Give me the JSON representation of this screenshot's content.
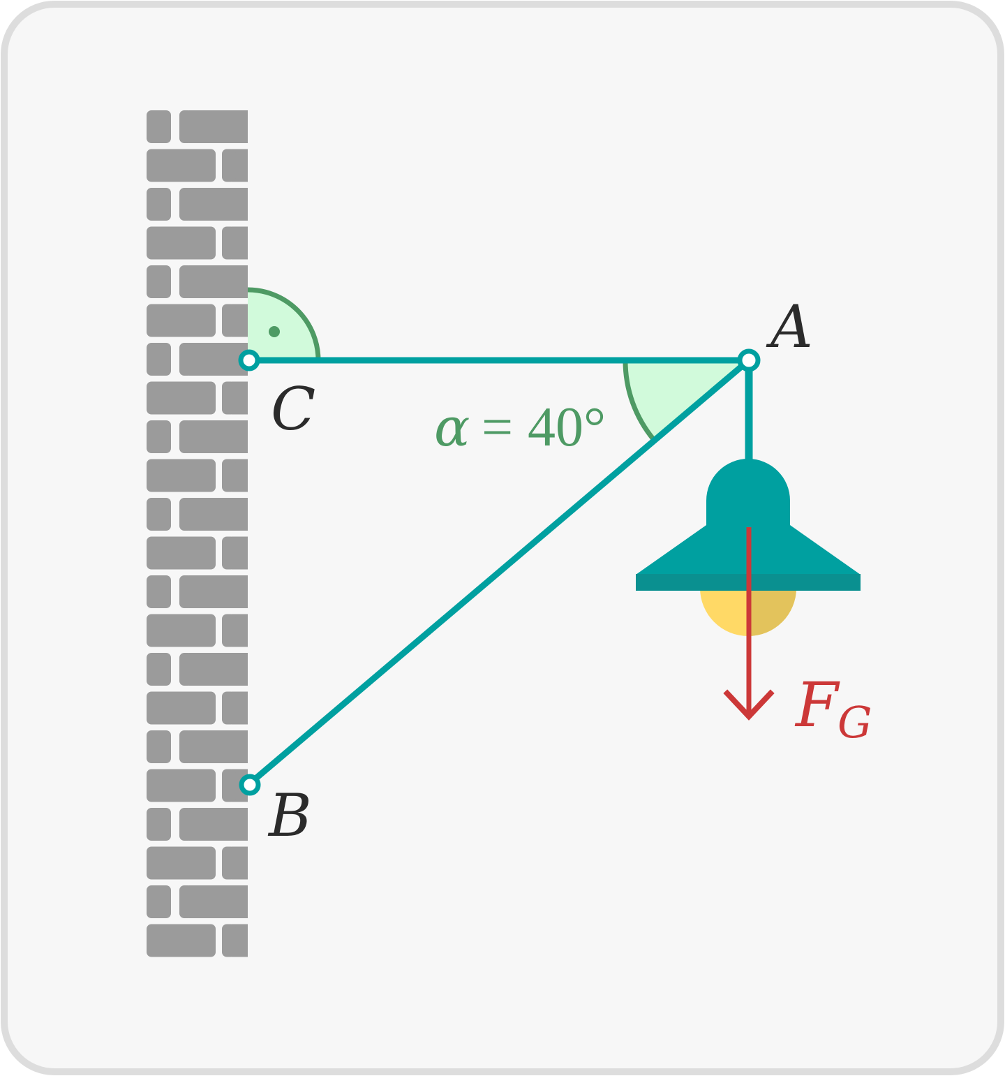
{
  "diagram": {
    "points": {
      "A": "A",
      "B": "B",
      "C": "C"
    },
    "angle": {
      "symbol": "α",
      "equals": "=",
      "value": "40°"
    },
    "force": {
      "symbol": "F",
      "subscript": "G"
    }
  },
  "colors": {
    "card_bg": "#f7f7f7",
    "card_border": "#dddddd",
    "brick": "#9b9b9b",
    "strut": "#00a0a0",
    "lamp_shade": "#00a0a0",
    "lamp_rim": "#0a9090",
    "bulb": "#ffd966",
    "angle_fill": "#d1fadb",
    "angle_stroke": "#4e9a64",
    "force_arrow": "#cc3838",
    "label_text": "#2b2b2b"
  }
}
